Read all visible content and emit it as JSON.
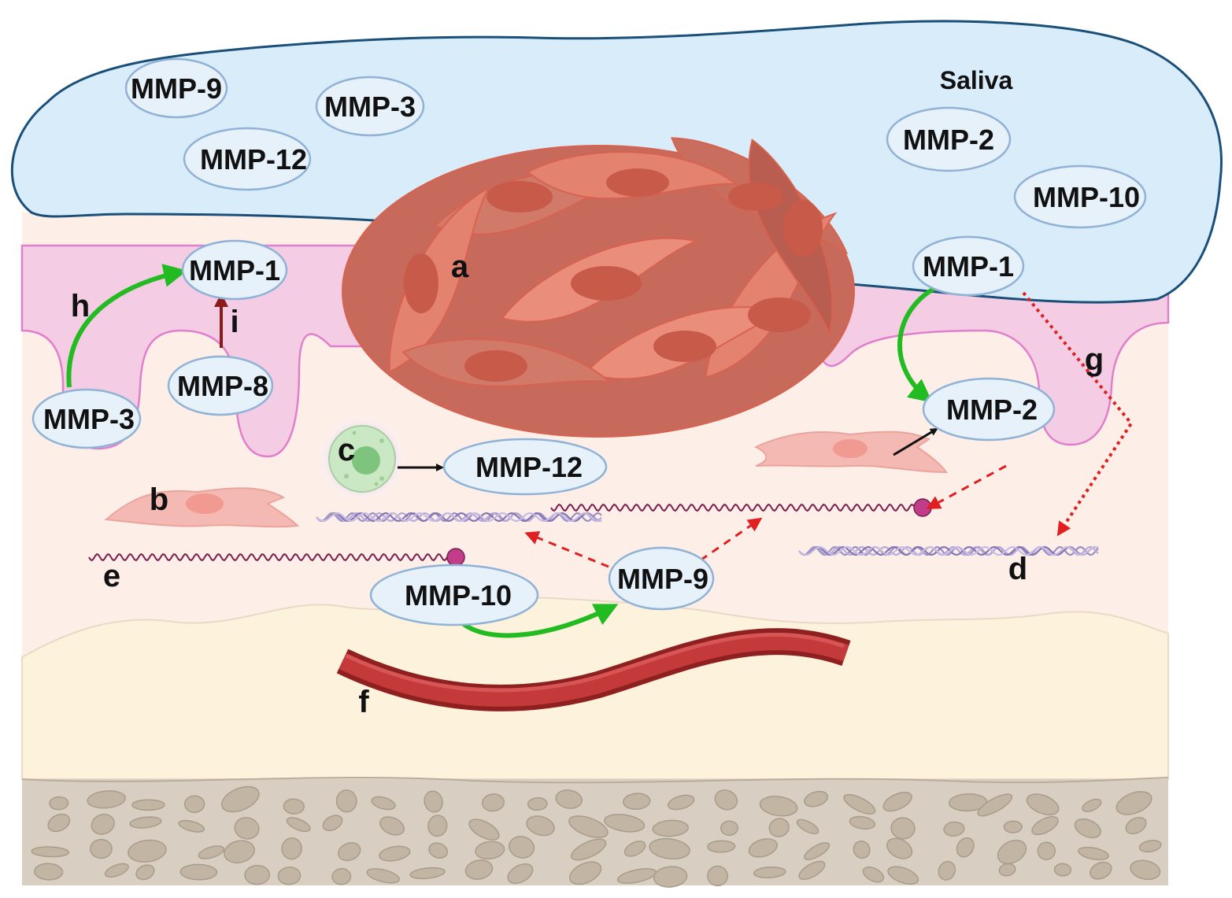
{
  "title": "",
  "labels": {
    "saliva": "Saliva",
    "a": "a",
    "b": "b",
    "c": "c",
    "d": "d",
    "e": "e",
    "f": "f",
    "g": "g",
    "h": "h",
    "i": "i"
  },
  "enzymes": {
    "saliva_mmp9": "MMP-9",
    "saliva_mmp3": "MMP-3",
    "saliva_mmp12": "MMP-12",
    "saliva_mmp2": "MMP-2",
    "saliva_mmp10": "MMP-10",
    "saliva_mmp1": "MMP-1",
    "tissue_mmp1": "MMP-1",
    "tissue_mmp8": "MMP-8",
    "tissue_mmp3": "MMP-3",
    "tissue_mmp12": "MMP-12",
    "tissue_mmp2": "MMP-2",
    "tissue_mmp9": "MMP-9",
    "tissue_mmp10": "MMP-10"
  },
  "colors": {
    "saliva_fill": "#d9ecf9",
    "saliva_stroke": "#1a4f7a",
    "epithelium": "#f4cde4",
    "connective": "#fdeee8",
    "submucosa": "#fdf3dd",
    "bone": "#d8cfc2",
    "tumor": "#e48270",
    "oval_fill": "#e6f1fa",
    "oval_stroke": "#8fb2d6",
    "green_arrow": "#22bb22",
    "red_dotted": "#e02020",
    "vessel": "#b83232"
  }
}
